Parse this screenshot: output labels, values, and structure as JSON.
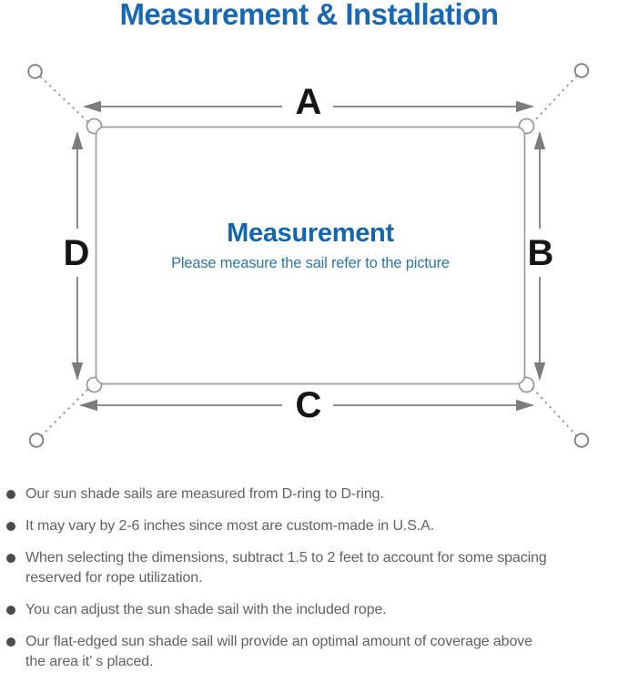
{
  "title": "Measurement & Installation",
  "diagram": {
    "labels": {
      "top": "A",
      "right": "B",
      "bottom": "C",
      "left": "D"
    },
    "center_title": "Measurement",
    "center_subtitle": "Please measure the sail refer to the picture",
    "colors": {
      "title_blue": "#1769b5",
      "center_title_blue": "#1266ad",
      "subtitle_blue": "#2e77ab",
      "arrow_gray": "#7c7c7c",
      "sail_border_gray": "#9e9e9e",
      "label_black": "#151515",
      "note_text_gray": "#616161"
    }
  },
  "notes": {
    "bullets": [
      {
        "lines": [
          "Our sun shade sails are measured from D-ring to D-ring."
        ]
      },
      {
        "lines": [
          "It may vary by 2-6 inches since most are custom-made in U.S.A."
        ]
      },
      {
        "lines": [
          "When selecting the dimensions, subtract 1.5 to 2 feet to account for some spacing",
          "reserved for rope utilization."
        ]
      },
      {
        "lines": [
          "You can adjust the sun shade sail with the included rope."
        ]
      },
      {
        "lines": [
          "Our flat-edged sun shade sail will provide an optimal amount of coverage above",
          "the area it’ s placed."
        ]
      }
    ]
  }
}
